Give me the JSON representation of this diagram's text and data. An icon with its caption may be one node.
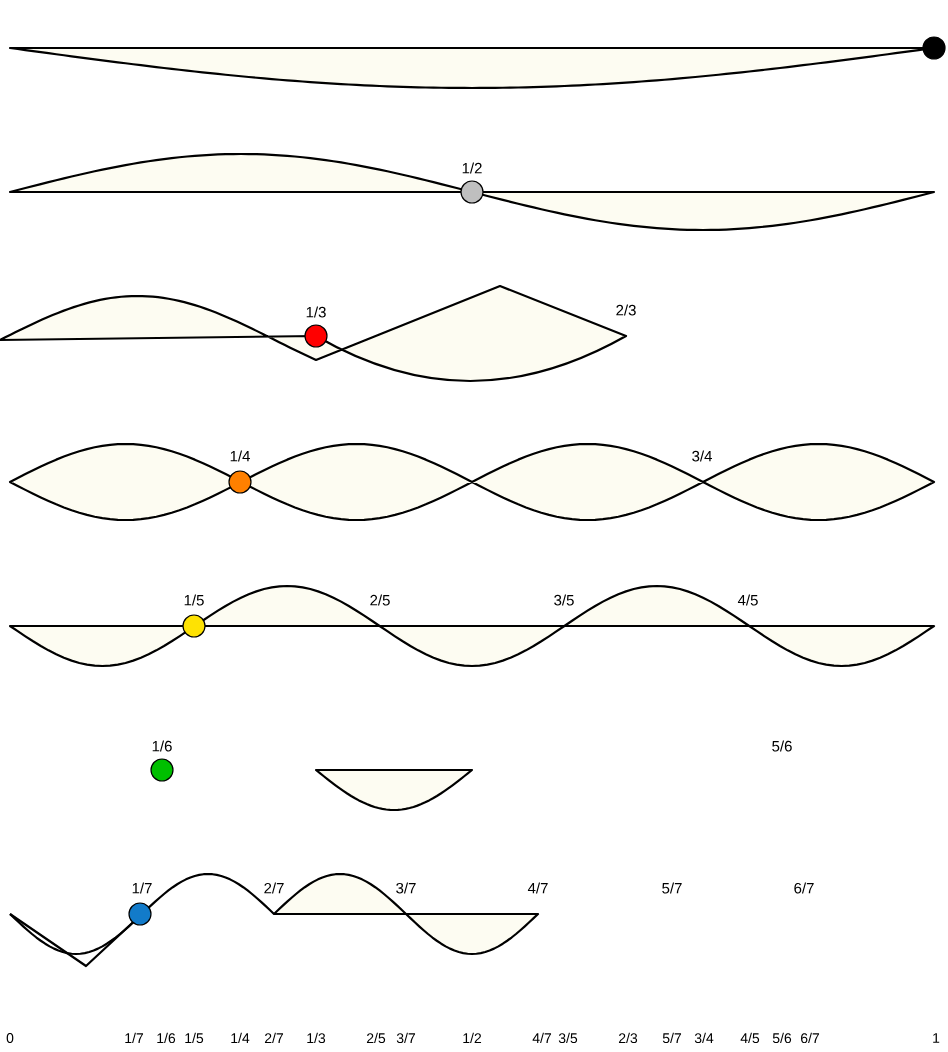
{
  "diagram": {
    "labels": [
      "1/2",
      "1/3",
      "2/3",
      "1/4",
      "3/4",
      "1/5",
      "2/5",
      "3/5",
      "4/5",
      "1/6",
      "5/6",
      "1/7",
      "2/7",
      "3/7",
      "4/7",
      "5/7",
      "6/7",
      "0",
      "1/7",
      "1/6",
      "1/5",
      "1/4",
      "2/7",
      "1/3",
      "2/5",
      "3/7",
      "1/2",
      "4/7",
      "3/5",
      "2/3",
      "5/7",
      "3/4",
      "4/5",
      "5/6",
      "6/7",
      "1"
    ]
  }
}
